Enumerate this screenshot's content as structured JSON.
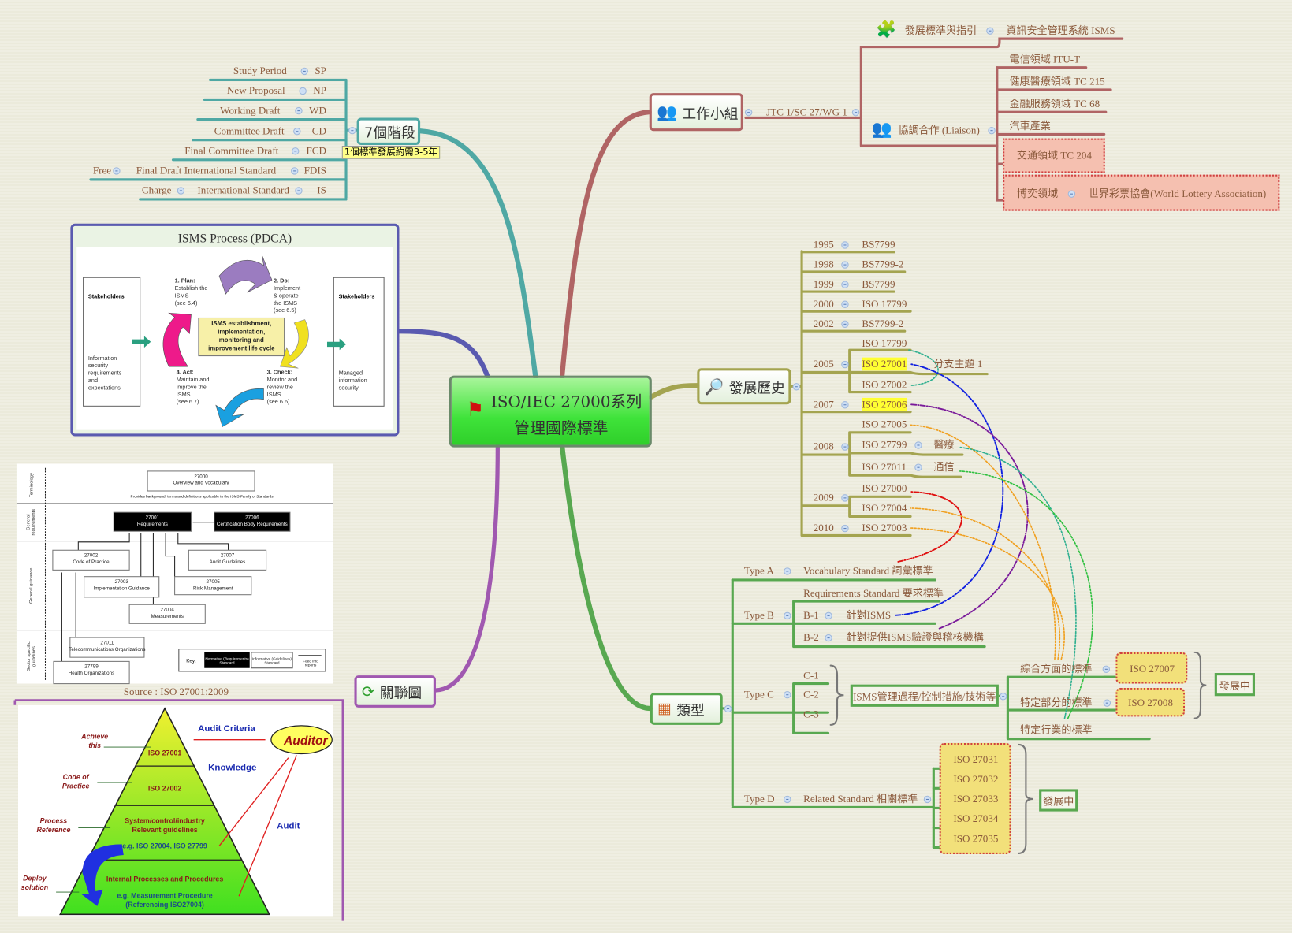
{
  "center": {
    "line1": "ISO/IEC 27000系列",
    "line2": "管理國際標準",
    "icon": "red-flag-icon"
  },
  "stages": {
    "title": "7個階段",
    "note": "1個標準發展約需3-5年",
    "items": [
      {
        "name": "Study Period",
        "abbr": "SP"
      },
      {
        "name": "New Proposal",
        "abbr": "NP"
      },
      {
        "name": "Working Draft",
        "abbr": "WD"
      },
      {
        "name": "Committee Draft",
        "abbr": "CD"
      },
      {
        "name": "Final Committee Draft",
        "abbr": "FCD"
      },
      {
        "name": "Final Draft International Standard",
        "abbr": "FDIS",
        "extra": "Free"
      },
      {
        "name": "International Standard",
        "abbr": "IS",
        "extra": "Charge"
      }
    ]
  },
  "pdca": {
    "title": "ISMS Process (PDCA)",
    "left_title": "Stakeholders",
    "left_text": [
      "Information",
      "security",
      "requirements",
      "and",
      "expectations"
    ],
    "right_title": "Stakeholders",
    "right_text": [
      "Managed",
      "information",
      "security"
    ],
    "plan": [
      "1. Plan:",
      "Establish the",
      "ISMS",
      "(see 6.4)"
    ],
    "do": [
      "2. Do:",
      "Implement",
      "& operate",
      "the ISMS",
      "(see 6.5)"
    ],
    "check": [
      "3. Check:",
      "Monitor and",
      "review the",
      "ISMS",
      "(see 6.6)"
    ],
    "act": [
      "4. Act:",
      "Maintain and",
      "improve the",
      "ISMS",
      "(see 6.7)"
    ],
    "center": [
      "ISMS establishment,",
      "implementation,",
      "monitoring and",
      "improvement life cycle"
    ]
  },
  "family": {
    "rows": [
      "Terminology",
      "General requirements",
      "General guidance",
      "Sector specific guidelines"
    ],
    "boxes": [
      {
        "num": "27000",
        "label": "Overview and Vocabulary"
      },
      {
        "num": "27001",
        "label": "Requirements"
      },
      {
        "num": "27006",
        "label": "Certification Body Requirements"
      },
      {
        "num": "27002",
        "label": "Code of Practice"
      },
      {
        "num": "27007",
        "label": "Audit Guidelines"
      },
      {
        "num": "27003",
        "label": "Implementation Guidance"
      },
      {
        "num": "27005",
        "label": "Risk Management"
      },
      {
        "num": "27004",
        "label": "Measurements"
      },
      {
        "num": "27011",
        "label": "Telecommunications Organizations"
      },
      {
        "num": "27799",
        "label": "Health Organizations"
      }
    ],
    "note": "Provides background, terms and definitions applicable to the ISMS Family of Standards",
    "key": {
      "label": "Key:",
      "normative": "Normative (Requirements) Standard",
      "informative": "Informative (Guidelines) Standard",
      "arrow": "Feed into reports"
    }
  },
  "source": "Source : ISO 27001:2009",
  "pyramid": {
    "levels": [
      "ISO 27001",
      "ISO 27002",
      "System/control/industry",
      "Relevant guidelines",
      "e.g. ISO 27004, ISO 27799",
      "Internal Processes and Procedures",
      "e.g. Measurement Procedure",
      "(Referencing ISO27004)"
    ],
    "side": [
      [
        "Achieve",
        "this"
      ],
      [
        "Code of",
        "Practice"
      ],
      [
        "Process",
        "Reference"
      ],
      [
        "Deploy",
        "solution"
      ]
    ],
    "audit_criteria": "Audit Criteria",
    "auditor": "Auditor",
    "knowledge": "Knowledge",
    "audit": "Audit"
  },
  "relation": {
    "title": "關聯圖",
    "icon": "refresh-icon"
  },
  "workgroup": {
    "title": "工作小組",
    "icon": "people-icon",
    "jtc": "JTC 1/SC 27/WG 1",
    "dev": {
      "label": "發展標準與指引",
      "child": "資訊安全管理系統 ISMS",
      "icon": "puzzle-icon"
    },
    "liaison": {
      "label": "協調合作 (Liaison)",
      "icon": "people-icon",
      "items": [
        "電信領域 ITU-T",
        "健康醫療領域 TC 215",
        "金融服務領域 TC 68",
        "汽車產業",
        "交通領域 TC 204"
      ],
      "gaming": {
        "label": "博奕領域",
        "child": "世界彩票協會(World Lottery Association)"
      }
    }
  },
  "history": {
    "title": "發展歷史",
    "icon": "magnifier-icon",
    "branch_topic": "分支主題 1",
    "years": [
      {
        "year": "1995",
        "items": [
          "BS7799"
        ]
      },
      {
        "year": "1998",
        "items": [
          "BS7799-2"
        ]
      },
      {
        "year": "1999",
        "items": [
          "BS7799"
        ]
      },
      {
        "year": "2000",
        "items": [
          "ISO 17799"
        ]
      },
      {
        "year": "2002",
        "items": [
          "BS7799-2"
        ]
      },
      {
        "year": "2005",
        "items": [
          "ISO 17799",
          "ISO 27001",
          "ISO 27002"
        ]
      },
      {
        "year": "2007",
        "items": [
          "ISO 27006"
        ]
      },
      {
        "year": "2008",
        "items": [
          "ISO 27005",
          "ISO 27799",
          "ISO 27011"
        ],
        "notes": [
          "醫療",
          "通信"
        ]
      },
      {
        "year": "2009",
        "items": [
          "ISO 27000",
          "ISO 27004"
        ]
      },
      {
        "year": "2010",
        "items": [
          "ISO 27003"
        ]
      }
    ]
  },
  "types": {
    "title": "類型",
    "icon": "blocks-icon",
    "a": {
      "label": "Type A",
      "desc": "Vocabulary Standard 詞彙標準"
    },
    "b": {
      "label": "Type B",
      "desc": "Requirements Standard 要求標準",
      "b1": "B-1",
      "b1_desc": "針對ISMS",
      "b2": "B-2",
      "b2_desc": "針對提供ISMS驗證與稽核機構"
    },
    "c": {
      "label": "Type C",
      "c1": "C-1",
      "c2": "C-2",
      "c3": "C-3",
      "box": "ISMS管理過程/控制措施/技術等",
      "general": "綜合方面的標準",
      "partial": "特定部分的標準",
      "industry": "特定行業的標準",
      "iso7": "ISO 27007",
      "iso8": "ISO 27008",
      "status": "發展中"
    },
    "d": {
      "label": "Type D",
      "desc": "Related Standard 相關標準",
      "items": [
        "ISO 27031",
        "ISO 27032",
        "ISO 27033",
        "ISO 27034",
        "ISO 27035"
      ],
      "status": "發展中"
    }
  },
  "colors": {
    "workgroup": "#b06464",
    "stages": "#4fa8a4",
    "pdca": "#5a5ab0",
    "relation": "#a058b0",
    "history": "#a4a450",
    "types": "#58a850",
    "highlight": "#ffff33"
  }
}
